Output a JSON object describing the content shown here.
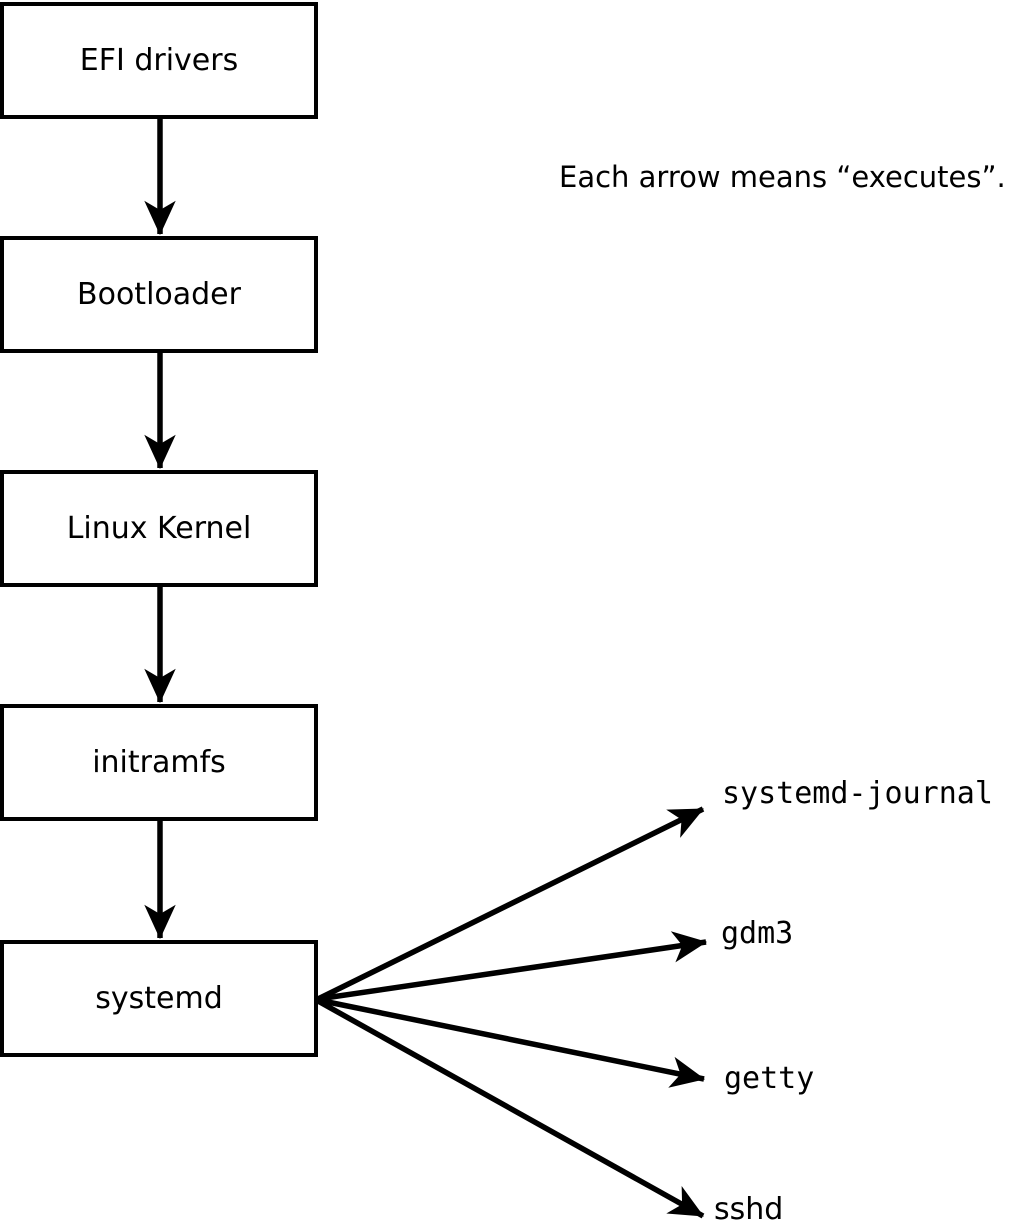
{
  "annotation": "Each arrow means “executes”.",
  "chain": [
    {
      "label": "EFI drivers"
    },
    {
      "label": "Bootloader"
    },
    {
      "label": "Linux Kernel"
    },
    {
      "label": "initramfs"
    },
    {
      "label": "systemd"
    }
  ],
  "spawned": [
    {
      "label": "systemd-journal"
    },
    {
      "label": "gdm3"
    },
    {
      "label": "getty"
    },
    {
      "label": "sshd"
    }
  ],
  "colors": {
    "stroke": "#000000",
    "background": "#ffffff"
  }
}
